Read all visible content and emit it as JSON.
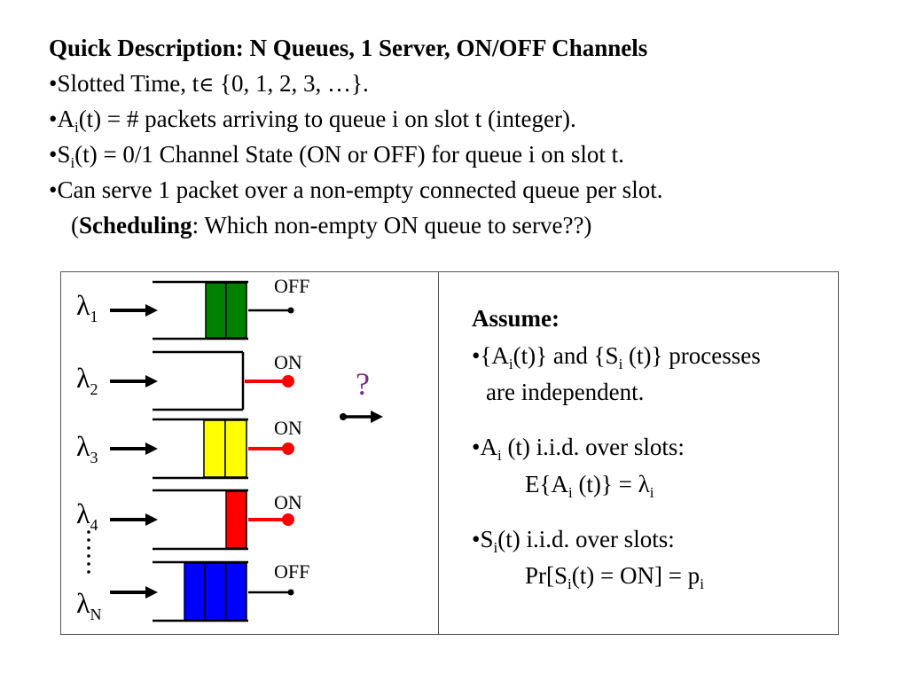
{
  "header": {
    "title": "Quick Description:  N Queues, 1 Server, ON/OFF Channels",
    "bullets": [
      {
        "bullet": "•",
        "pre": "Slotted Time, t",
        "sym": "∈",
        "post": " {0, 1, 2, 3, …}."
      },
      {
        "bullet": "•",
        "var": "A",
        "sub": "i",
        "text": "(t) = # packets arriving to queue i on slot t (integer)."
      },
      {
        "bullet": "•",
        "var": "S",
        "sub": "i",
        "text": "(t) = 0/1 Channel State (ON or OFF) for queue i on slot t."
      },
      {
        "bullet": "•",
        "text": "Can serve 1 packet over a non-empty connected queue per slot."
      }
    ],
    "scheduling": {
      "open": "(",
      "bold": "Scheduling",
      "rest": ":  Which non-empty ON queue to serve??)"
    }
  },
  "diagram": {
    "lambdas": [
      {
        "sym": "λ",
        "sub": "1"
      },
      {
        "sym": "λ",
        "sub": "2"
      },
      {
        "sym": "λ",
        "sub": "3"
      },
      {
        "sym": "λ",
        "sub": "4"
      },
      {
        "sym": "λ",
        "sub": "N"
      }
    ],
    "channels": [
      "OFF",
      "ON",
      "ON",
      "ON",
      "OFF"
    ],
    "question": "?",
    "colors": {
      "green": "#008000",
      "yellow": "#ffff00",
      "red": "#ff0000",
      "blue": "#0000ff",
      "question": "#7a2a8a"
    }
  },
  "assume": {
    "title": "Assume:",
    "b1a": {
      "bullet": "•",
      "p1": "{A",
      "s1": "i",
      "p2": "(t)} and {S",
      "s2": "i",
      "p3": " (t)} processes"
    },
    "b1b": "are independent.",
    "b2a": {
      "bullet": "•",
      "p1": "A",
      "s1": "i",
      "p2": " (t) i.i.d. over slots:"
    },
    "b2b": {
      "p1": "E{A",
      "s1": "i",
      "p2": " (t)} = λ",
      "s2": "i"
    },
    "b3a": {
      "bullet": "•",
      "p1": "S",
      "s1": "i",
      "p2": "(t) i.i.d. over slots:"
    },
    "b3b": {
      "p1": "Pr[S",
      "s1": "i",
      "p2": "(t) = ON] = p",
      "s2": "i"
    }
  }
}
